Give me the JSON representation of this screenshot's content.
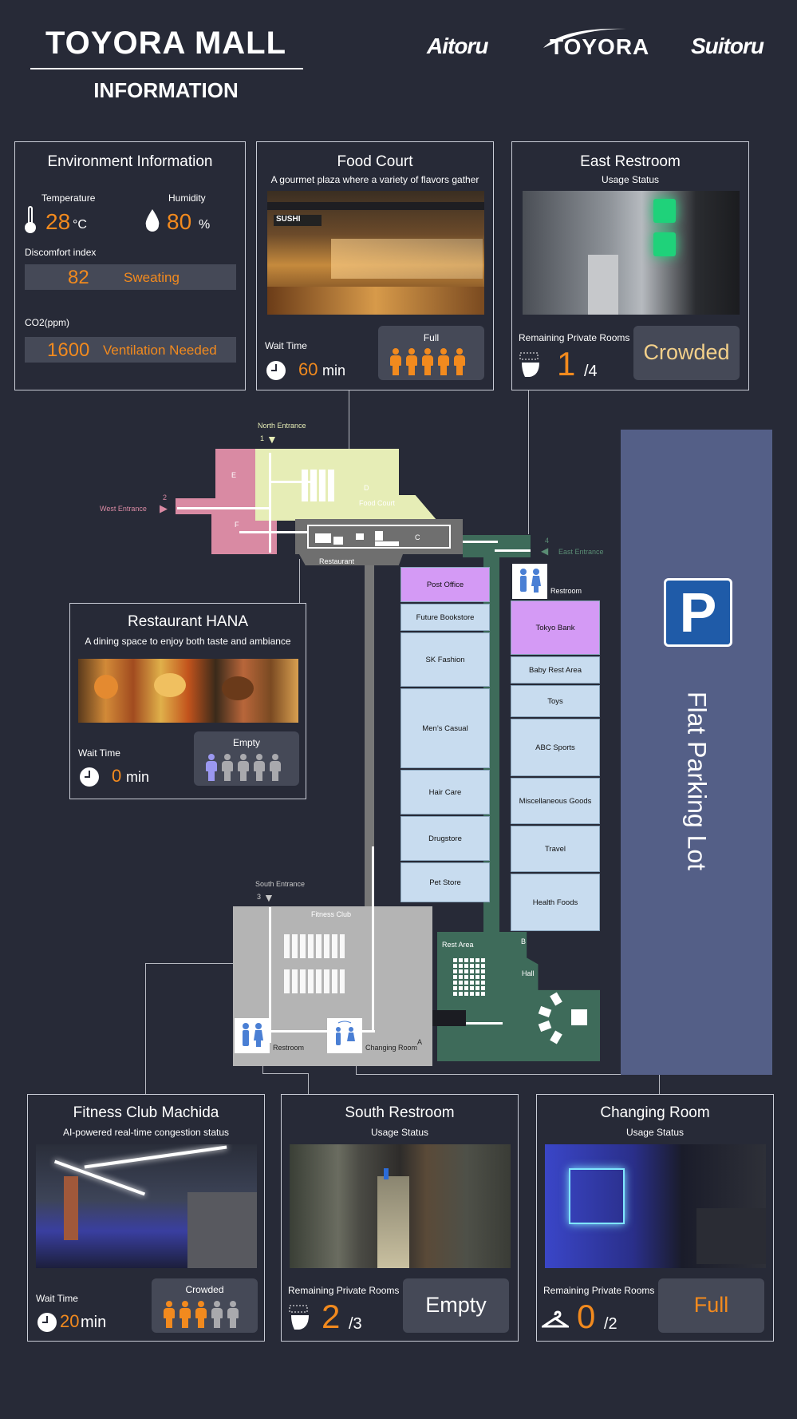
{
  "header": {
    "title": "TOYORA MALL",
    "subtitle": "INFORMATION",
    "logos": [
      "Aitoru",
      "TOYORA",
      "Suitoru"
    ]
  },
  "environment": {
    "title": "Environment Information",
    "temperature_label": "Temperature",
    "temperature_value": "28",
    "temperature_unit": "°C",
    "humidity_label": "Humidity",
    "humidity_value": "80",
    "humidity_unit": "%",
    "discomfort_label": "Discomfort index",
    "discomfort_value": "82",
    "discomfort_status": "Sweating",
    "co2_label": "CO2(ppm)",
    "co2_value": "1600",
    "co2_status": "Ventilation Needed"
  },
  "food_court": {
    "title": "Food Court",
    "subtitle": "A gourmet plaza where a variety of flavors gather",
    "wait_label": "Wait Time",
    "wait_value": "60",
    "wait_unit": "min",
    "status": "Full",
    "occupied": 5,
    "capacity": 5
  },
  "east_restroom": {
    "title": "East Restroom",
    "subtitle": "Usage Status",
    "rooms_label": "Remaining Private Rooms",
    "rooms_value": "1",
    "rooms_total": "/4",
    "status": "Crowded"
  },
  "restaurant": {
    "title": "Restaurant HANA",
    "subtitle": "A dining space to enjoy both taste and ambiance",
    "wait_label": "Wait Time",
    "wait_value": "0",
    "wait_unit": "min",
    "status": "Empty",
    "occupied": 1,
    "capacity": 5
  },
  "fitness": {
    "title": "Fitness Club Machida",
    "subtitle": "AI-powered real-time congestion status",
    "wait_label": "Wait Time",
    "wait_value": "20",
    "wait_unit": "min",
    "status": "Crowded",
    "occupied": 3,
    "capacity": 5
  },
  "south_restroom": {
    "title": "South Restroom",
    "subtitle": "Usage Status",
    "rooms_label": "Remaining Private Rooms",
    "rooms_value": "2",
    "rooms_total": "/3",
    "status": "Empty"
  },
  "changing_room": {
    "title": "Changing Room",
    "subtitle": "Usage Status",
    "rooms_label": "Remaining Private Rooms",
    "rooms_value": "0",
    "rooms_total": "/2",
    "status": "Full"
  },
  "map": {
    "north_entrance": "North Entrance",
    "north_num": "1",
    "west_entrance": "West Entrance",
    "west_num": "2",
    "south_entrance": "South Entrance",
    "south_num": "3",
    "east_entrance": "East Entrance",
    "east_num": "4",
    "zone_e": "E",
    "zone_f": "F",
    "zone_d": "D",
    "zone_c": "C",
    "zone_b": "B",
    "zone_a": "A",
    "food_court": "Food Court",
    "restaurant": "Restaurant",
    "restroom": "Restroom",
    "fitness_club": "Fitness Club",
    "rest_area": "Rest Area",
    "hall": "Hall",
    "changing_room": "Changing Room",
    "west_column": [
      "Post Office",
      "Future Bookstore",
      "SK Fashion",
      "Men’s Casual",
      "Hair Care",
      "Drugstore",
      "Pet Store"
    ],
    "east_column": [
      "Tokyo Bank",
      "Baby Rest Area",
      "Toys",
      "ABC Sports",
      "Miscellaneous Goods",
      "Travel",
      "Health Foods"
    ],
    "parking_label": "Flat Parking Lot",
    "parking_sign": "P"
  },
  "colors": {
    "accent": "#f28a1e",
    "status_text": "#f3d08a",
    "background": "#272a37",
    "panel_box": "#454957",
    "zone_pink": "#d98aa3",
    "zone_yellow": "#e6edb6",
    "zone_green": "#3e6b5a",
    "zone_gray": "#b4b4b4",
    "store_blue": "#c8dcef",
    "store_purple": "#d49af5",
    "parking": "#545f87",
    "parking_sign": "#1f5ba8"
  }
}
